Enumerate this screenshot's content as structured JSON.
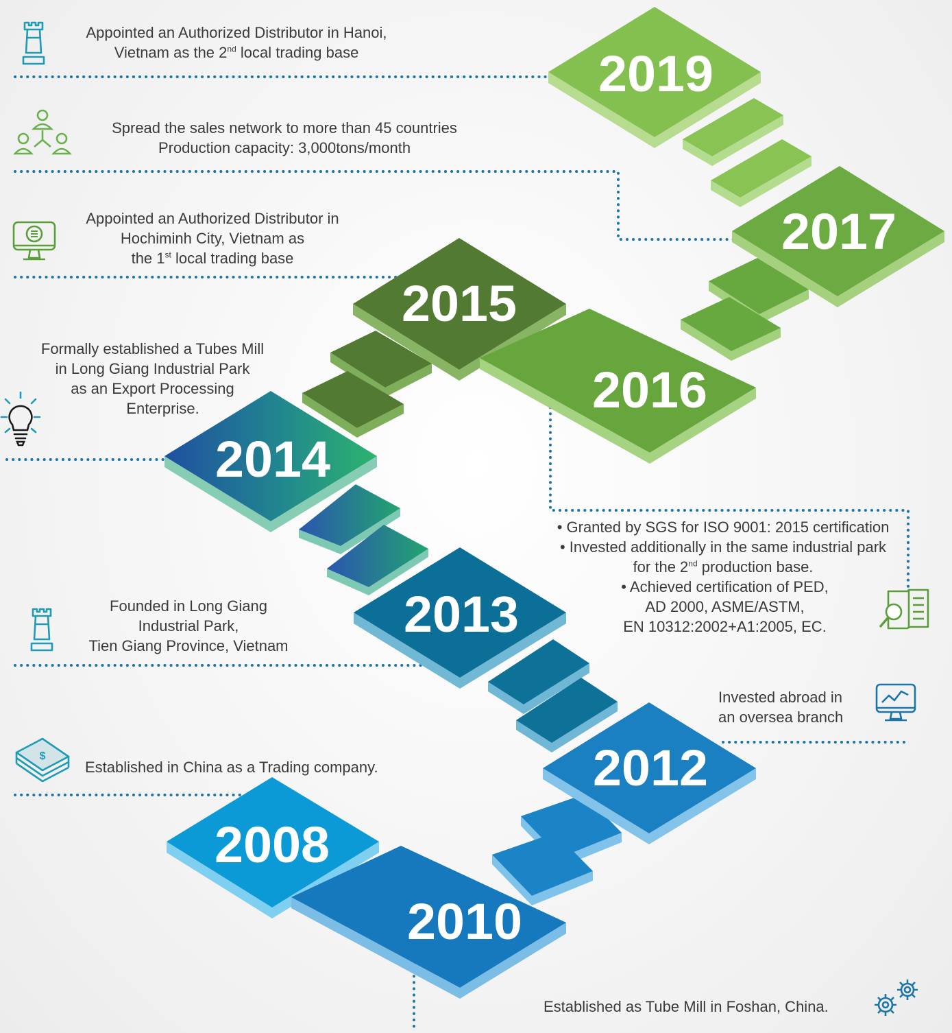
{
  "colors": {
    "dotline": "#1b75a8",
    "green_icon": "#5a9e3a",
    "blue_icon": "#1b75a8",
    "teal_icon": "#1f9bb5",
    "text": "#3a3a3a"
  },
  "milestones": [
    {
      "year": "2019",
      "line1": "Appointed an Authorized Distributor in Hanoi,",
      "line2a": "Vietnam as the 2",
      "line2sup": "nd",
      "line2b": " local trading base",
      "icon": "chess-rook-icon"
    },
    {
      "year": "2017",
      "line1": "Spread the sales network to more than 45 countries",
      "line2": "Production capacity: 3,000tons/month",
      "icon": "network-people-icon"
    },
    {
      "year": "2015",
      "line1": "Appointed an Authorized Distributor in",
      "line2": "Hochiminh City, Vietnam as",
      "line3a": "the 1",
      "line3sup": "st",
      "line3b": " local trading base",
      "icon": "monitor-coin-icon"
    },
    {
      "year": "2014",
      "lines": [
        "Formally established a Tubes Mill",
        "in Long Giang Industrial Park",
        "as an Export Processing",
        "Enterprise."
      ],
      "icon": "lightbulb-icon"
    },
    {
      "year": "2016",
      "b1": "• Granted by SGS for ISO 9001: 2015 certification",
      "b2": "• Invested additionally in the same industrial park",
      "b3a": "for the 2",
      "b3sup": "nd",
      "b3b": " production base.",
      "b4": "• Achieved certification of PED,",
      "b5": "AD 2000, ASME/ASTM,",
      "b6": "EN 10312:2002+A1:2005, EC.",
      "icon": "document-search-icon"
    },
    {
      "year": "2013",
      "lines": [
        "Founded in Long Giang",
        "Industrial Park,",
        "Tien Giang Province, Vietnam"
      ],
      "icon": "chess-rook-icon"
    },
    {
      "year": "2012",
      "lines": [
        "Invested abroad in",
        "an oversea branch"
      ],
      "icon": "monitor-chart-icon"
    },
    {
      "year": "2008",
      "line1": "Established in China as a Trading company.",
      "icon": "money-stack-icon"
    },
    {
      "year": "2010",
      "line1": "Established as Tube Mill in Foshan, China.",
      "icon": "gears-icon"
    }
  ]
}
